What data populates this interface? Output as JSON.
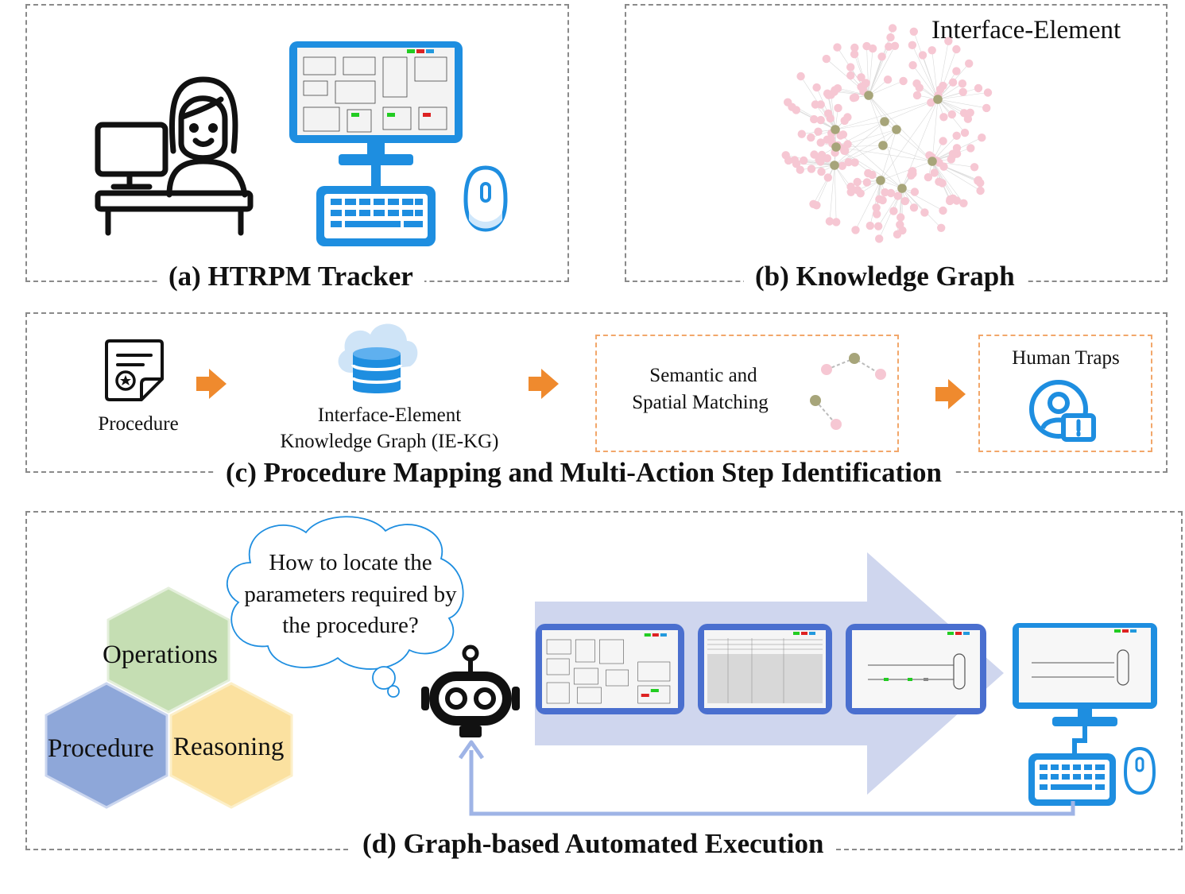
{
  "panel_a": {
    "title": "(a) HTRPM Tracker"
  },
  "panel_b": {
    "title": "(b) Knowledge Graph",
    "graph_label": "Interface-Element"
  },
  "panel_c": {
    "title": "(c) Procedure Mapping and Multi-Action Step Identification",
    "procedure": "Procedure",
    "kg_line1": "Interface-Element",
    "kg_line2": "Knowledge Graph (IE-KG)",
    "match_line1": "Semantic and",
    "match_line2": "Spatial Matching",
    "traps": "Human Traps"
  },
  "panel_d": {
    "title": "(d) Graph-based Automated Execution",
    "thought_line1": "How to locate the",
    "thought_line2": "parameters required by",
    "thought_line3": "the procedure?",
    "hex_operations": "Operations",
    "hex_procedure": "Procedure",
    "hex_reasoning": "Reasoning"
  },
  "colors": {
    "icon_blue": "#1e8ee0",
    "arrow_orange": "#ef8a2e",
    "node_pink": "#f6c7d3",
    "node_olive": "#a7a57a",
    "hex_green": "#c5deb3",
    "hex_blue": "#8ea7d9",
    "hex_yellow": "#fbe1a0",
    "flow_arrow": "#cfd6ee"
  }
}
